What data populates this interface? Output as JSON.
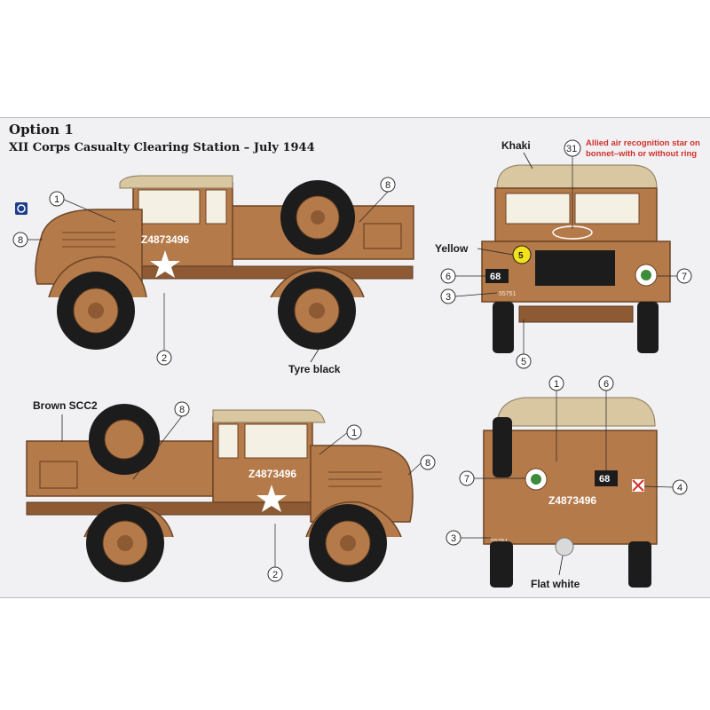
{
  "header": {
    "title": "Option 1",
    "subtitle": "XII Corps Casualty Clearing Station – July 1944"
  },
  "colors": {
    "body": "#b57a4a",
    "body_dark": "#8d5a34",
    "canvas_top": "#d8c7a1",
    "tyre": "#1c1c1c",
    "hub": "#b57a4a",
    "note_red": "#d2302a"
  },
  "labels": {
    "khaki": "Khaki",
    "yellow": "Yellow",
    "tyre_black": "Tyre black",
    "brown_scc2": "Brown SCC2",
    "flat_white": "Flat white",
    "recognition_note_1": "Allied air recognition star on",
    "recognition_note_2": "bonnet–with or without ring"
  },
  "markings": {
    "reg_left": "Z4873496",
    "reg_right": "Z4873496",
    "reg_rear": "Z4873496",
    "bridge_plate": "68",
    "bridge_plate_rear": "68",
    "yellow_disc": "5",
    "unit_code_front": "55751",
    "unit_code_rear": "55751"
  },
  "callouts": {
    "c1": "1",
    "c2": "2",
    "c3": "3",
    "c4": "4",
    "c5": "5",
    "c6": "6",
    "c7": "7",
    "c8": "8",
    "c31": "31"
  }
}
